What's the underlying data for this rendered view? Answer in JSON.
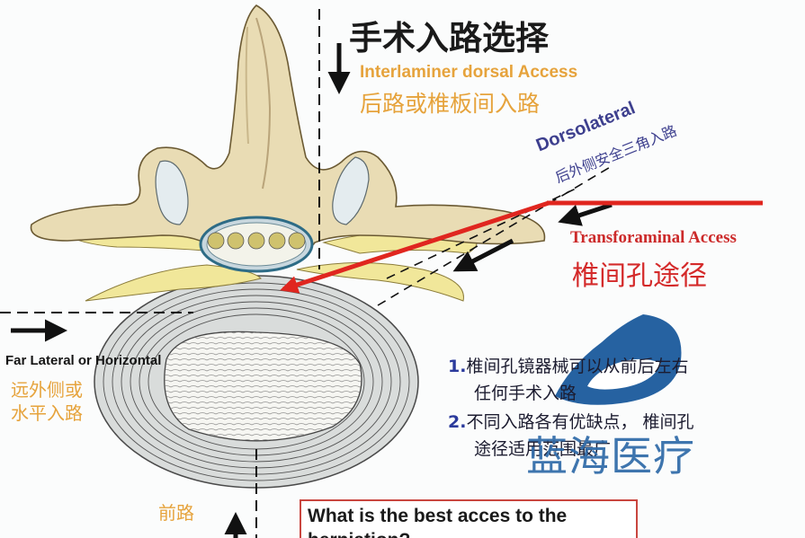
{
  "title": "手术入路选择",
  "approaches": {
    "dorsal": {
      "en": "Interlaminer dorsal Access",
      "cn": "后路或椎板间入路"
    },
    "dorsolateral": {
      "en": "Dorsolateral",
      "cn": "后外侧安全三角入路"
    },
    "transforaminal": {
      "en": "Transforaminal Access",
      "cn": "椎间孔途径"
    },
    "far_lateral": {
      "en": "Far Lateral or Horizontal",
      "cn_line1": "远外侧或",
      "cn_line2": "水平入路"
    },
    "anterior": {
      "cn": "前路"
    }
  },
  "notes": [
    {
      "num": "1.",
      "line1": "椎间孔镜器械可以从前后左右",
      "line2": "任何手术入路"
    },
    {
      "num": "2.",
      "line1": "不同入路各有优缺点， 椎间孔",
      "line2": "途径适用范围最广"
    }
  ],
  "question": {
    "line1": "What is the best acces to the",
    "line2": "herniation?"
  },
  "watermark": {
    "text": "蓝海医疗",
    "icon": "bluesea-logo-icon"
  },
  "colors": {
    "bone": "#e9dcb4",
    "bone_outline": "#6b5a33",
    "disc_ring": "#c9d0d2",
    "cord_ring": "#3f7f98",
    "ligament": "#f1e79a",
    "red_arrow": "#e0261f",
    "accent_orange": "#e6a33c",
    "accent_purple": "#3d3f8e",
    "watermark_blue": "#2f6aa8"
  }
}
